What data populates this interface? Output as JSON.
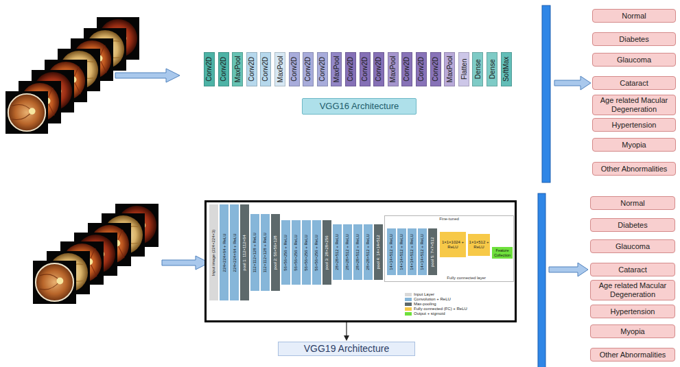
{
  "diagram": {
    "nodes": [
      {
        "text": [
          "Conv2D"
        ]
      },
      {
        "text": [
          "Conv2D"
        ]
      },
      {
        "text": [
          "MaxPool"
        ]
      },
      {
        "text": [
          "Conv2D"
        ]
      },
      {
        "text": [
          "Conv2D"
        ]
      },
      {
        "text": [
          "MaxPool"
        ]
      },
      {
        "text": [
          "Conv2D"
        ]
      },
      {
        "text": [
          "Conv2D"
        ]
      },
      {
        "text": [
          "Conv2D"
        ]
      },
      {
        "text": [
          "MaxPool"
        ]
      },
      {
        "text": [
          "Conv2D"
        ]
      },
      {
        "text": [
          "Conv2D"
        ]
      },
      {
        "text": [
          "Conv2D"
        ]
      },
      {
        "text": [
          "MaxPool"
        ]
      },
      {
        "text": [
          "Conv2D"
        ]
      },
      {
        "text": [
          "Conv2D"
        ]
      },
      {
        "text": [
          "Conv2D"
        ]
      },
      {
        "text": [
          "MaxPool"
        ]
      },
      {
        "text": [
          "Flatten"
        ]
      },
      {
        "text": [
          "Dense"
        ]
      },
      {
        "text": [
          "Dense"
        ]
      },
      {
        "text": [
          "SoftMax"
        ]
      },
      {
        "text": [
          "VGG16 Architecture"
        ]
      },
      {
        "text": [
          "Normal"
        ]
      },
      {
        "text": [
          "Diabetes"
        ]
      },
      {
        "text": [
          "Glaucoma"
        ]
      },
      {
        "text": [
          "Cataract"
        ]
      },
      {
        "text": [
          "Age related Macular Degeneration"
        ]
      },
      {
        "text": [
          "Hypertension"
        ]
      },
      {
        "text": [
          "Myopia"
        ]
      },
      {
        "text": [
          "Other Abnormalities"
        ]
      },
      {
        "text": []
      },
      {
        "text": [
          "Input image (224×224×3)"
        ],
        "in": 31
      },
      {
        "text": [
          "224×224×64 + ReLU"
        ],
        "in": 31
      },
      {
        "text": [
          "224×224×64 + ReLU"
        ],
        "in": 31
      },
      {
        "text": [
          "pool 1: 112×112×64"
        ],
        "in": 31
      },
      {
        "text": [
          "112×112×128 + ReLU"
        ],
        "in": 31
      },
      {
        "text": [
          "112×112×128 + ReLU"
        ],
        "in": 31
      },
      {
        "text": [
          "pool 2: 56×56×128"
        ],
        "in": 31
      },
      {
        "text": [
          "56×56×256 + ReLU"
        ],
        "in": 31
      },
      {
        "text": [
          "56×56×256 + ReLU"
        ],
        "in": 31
      },
      {
        "text": [
          "56×56×256 + ReLU"
        ],
        "in": 31
      },
      {
        "text": [
          "56×56×256 + ReLU"
        ],
        "in": 31
      },
      {
        "text": [
          "pool 3: 28×28×256"
        ],
        "in": 31
      },
      {
        "text": [
          "28×28×512 + ReLU"
        ],
        "in": 31
      },
      {
        "text": [
          "28×28×512 + ReLU"
        ],
        "in": 31
      },
      {
        "text": [
          "28×28×512 + ReLU"
        ],
        "in": 31
      },
      {
        "text": [
          "28×28×512 + ReLU"
        ],
        "in": 31
      },
      {
        "text": [
          "pool 4: 14×14×512"
        ],
        "in": 31
      },
      {
        "text": [
          "Fine-tuned",
          "Fully connected layer"
        ],
        "in": 31
      },
      {
        "text": [
          "14×14×512 + ReLU"
        ],
        "in": 49
      },
      {
        "text": [
          "14×14×512 + ReLU"
        ],
        "in": 49
      },
      {
        "text": [
          "14×14×512 + ReLU"
        ],
        "in": 49
      },
      {
        "text": [
          "14×14×512 + ReLU"
        ],
        "in": 49
      },
      {
        "text": [
          "pool 5: 7×7×512"
        ],
        "in": 49
      },
      {
        "text": [
          "1×1×1024 + ReLU"
        ],
        "in": 49
      },
      {
        "text": [
          "1×1×512 + ReLU"
        ],
        "in": 49
      },
      {
        "text": [
          "Feature Collection"
        ],
        "in": 49
      },
      {
        "text": [
          "VGG19 Architecture"
        ]
      },
      {
        "text": [
          "Normal"
        ]
      },
      {
        "text": [
          "Diabetes"
        ]
      },
      {
        "text": [
          "Glaucoma"
        ]
      },
      {
        "text": [
          "Cataract"
        ]
      },
      {
        "text": [
          "Age related Macular Degeneration"
        ]
      },
      {
        "text": [
          "Hypertension"
        ]
      },
      {
        "text": [
          "Myopia"
        ]
      },
      {
        "text": [
          "Other Abnormalities"
        ]
      }
    ],
    "edges": [
      {
        "from": 31,
        "to": 58,
        "arrow": "to"
      }
    ],
    "legend": [
      {
        "text": "Input Layer",
        "color": "#d9d9d9"
      },
      {
        "text": "Convolution + ReLU",
        "color": "#86b6d9"
      },
      {
        "text": "Max-pooling",
        "color": "#5d696b"
      },
      {
        "text": "Fully connected (FC) + ReLU",
        "color": "#f7c948"
      },
      {
        "text": "Output + sigmoid",
        "color": "#6ee03c"
      }
    ]
  }
}
